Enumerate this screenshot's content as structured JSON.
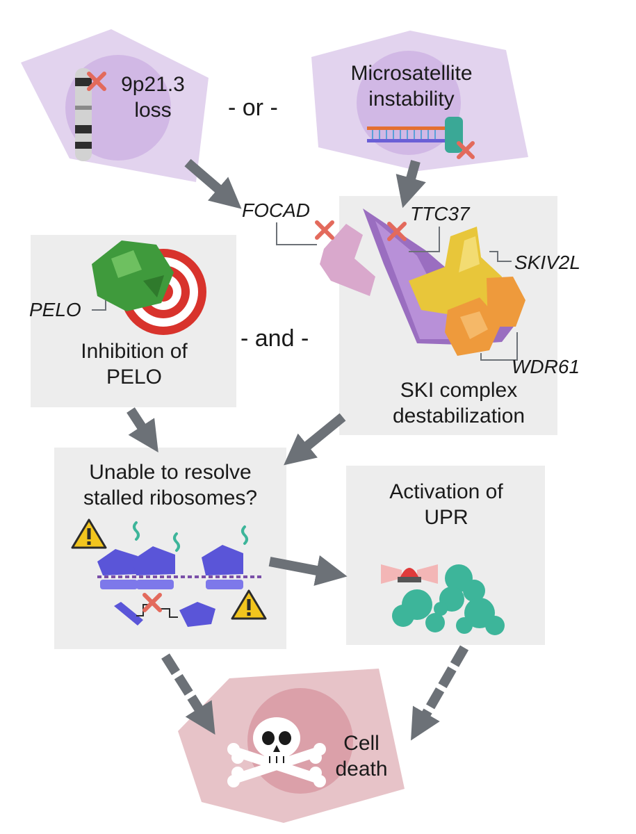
{
  "nodes": {
    "chr_loss": {
      "label_line1": "9p21.3",
      "label_line2": "loss"
    },
    "msi": {
      "label_line1": "Microsatellite",
      "label_line2": "instability"
    },
    "pelo": {
      "label_line1": "Inhibition of",
      "label_line2": "PELO"
    },
    "ski": {
      "label_line1": "SKI complex",
      "label_line2": "destabilization"
    },
    "stall": {
      "label_line1": "Unable to resolve",
      "label_line2": "stalled ribosomes?"
    },
    "upr": {
      "label_line1": "Activation of",
      "label_line2": "UPR"
    },
    "death": {
      "label_line1": "Cell",
      "label_line2": "death"
    }
  },
  "connectors": {
    "or": "- or -",
    "and": "- and -"
  },
  "genes": {
    "focad": "FOCAD",
    "ttc37": "TTC37",
    "skiv2l": "SKIV2L",
    "wdr61": "WDR61",
    "pelo": "PELO"
  },
  "colors": {
    "cell_lavender": "#e2d3ee",
    "nucleus_lavender": "#cdb1e2",
    "panel_gray": "#ededed",
    "arrow_gray": "#6c7177",
    "cross_red": "#e36a5c",
    "death_pink": "#e7c3c8",
    "death_nucleus": "#d89aa3",
    "ribosome_blue": "#5a55d8",
    "upr_teal": "#3db59a",
    "ski_purple": "#9a6ec0",
    "ski_yellow": "#e8c63a",
    "ski_orange": "#ee9a3c",
    "focad_pink": "#d9a8cc",
    "pelo_green": "#3f9a3c",
    "target_red": "#d8332c",
    "warning_yellow": "#f2c51e"
  }
}
